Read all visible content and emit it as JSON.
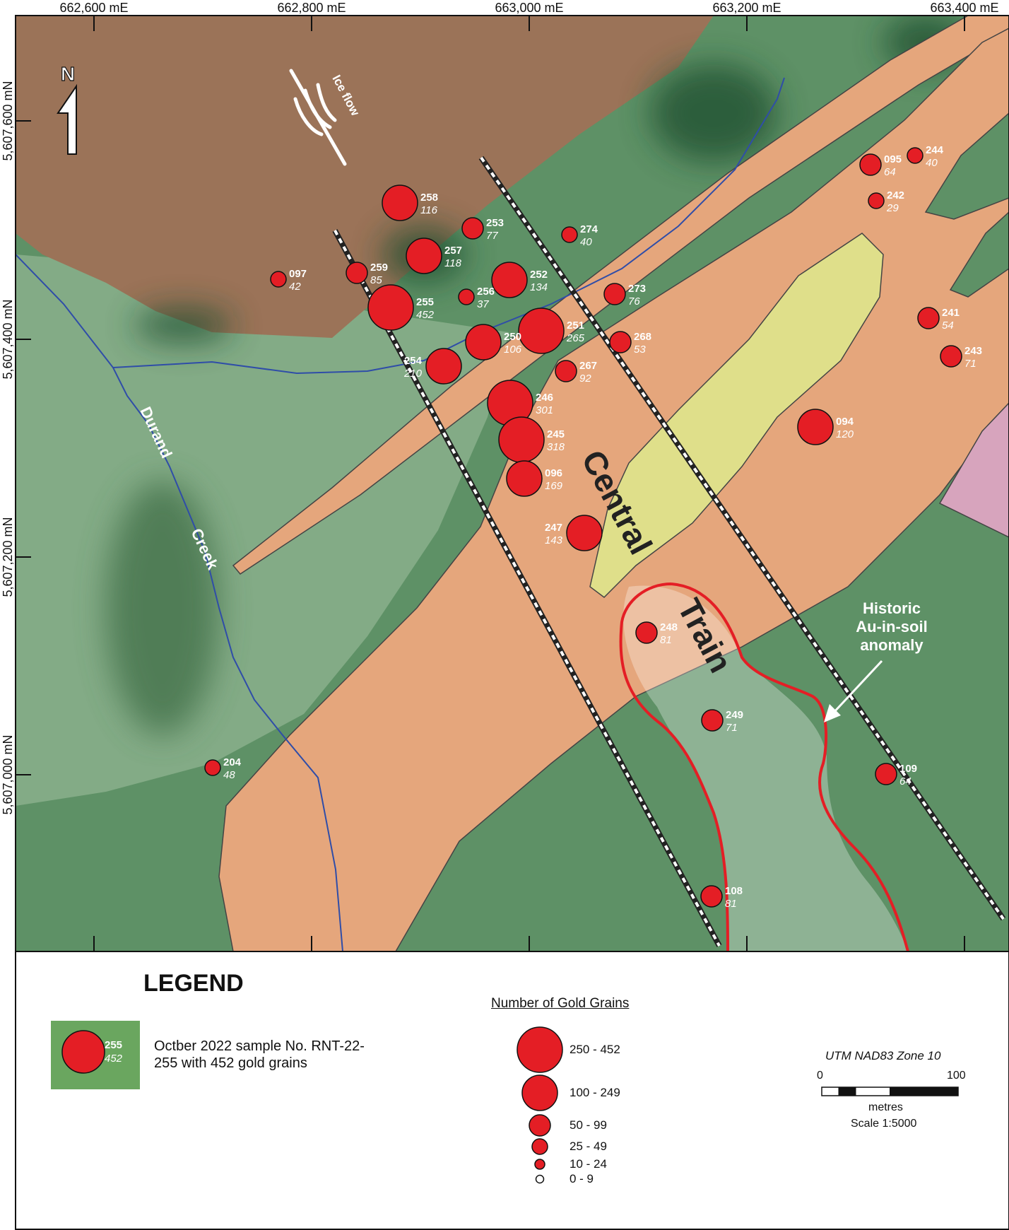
{
  "top_axis_labels": [
    "662,600 mE",
    "662,800 mE",
    "663,000 mE",
    "663,200 mE",
    "663,400 mE"
  ],
  "left_axis_labels": [
    "5,607,600 mN",
    "5,607,400 mN",
    "5,607,200 mN",
    "5,607,000 mN"
  ],
  "north_arrow": {
    "label": "N",
    "icon": "north-arrow-icon"
  },
  "ice_flow": {
    "label": "Ice flow",
    "icon": "ice-flow-arrow-icon"
  },
  "creek_label_1": "Durand",
  "creek_label_2": "Creek",
  "trend_label_1": "Central",
  "trend_label_2": "Train",
  "anomaly_label": [
    "Historic",
    "Au-in-soil",
    "anomaly"
  ],
  "samples": [
    {
      "id": "258",
      "grains": "116"
    },
    {
      "id": "253",
      "grains": "77"
    },
    {
      "id": "274",
      "grains": "40"
    },
    {
      "id": "257",
      "grains": "118"
    },
    {
      "id": "097",
      "grains": "42"
    },
    {
      "id": "259",
      "grains": "85"
    },
    {
      "id": "252",
      "grains": "134"
    },
    {
      "id": "255",
      "grains": "452"
    },
    {
      "id": "256",
      "grains": "37"
    },
    {
      "id": "273",
      "grains": "76"
    },
    {
      "id": "251",
      "grains": "265"
    },
    {
      "id": "250",
      "grains": "106"
    },
    {
      "id": "268",
      "grains": "53"
    },
    {
      "id": "254",
      "grains": "210"
    },
    {
      "id": "267",
      "grains": "92"
    },
    {
      "id": "246",
      "grains": "301"
    },
    {
      "id": "245",
      "grains": "318"
    },
    {
      "id": "096",
      "grains": "169"
    },
    {
      "id": "247",
      "grains": "143"
    },
    {
      "id": "248",
      "grains": "81"
    },
    {
      "id": "249",
      "grains": "71"
    },
    {
      "id": "204",
      "grains": "48"
    },
    {
      "id": "108",
      "grains": "81"
    },
    {
      "id": "109",
      "grains": "64"
    },
    {
      "id": "094",
      "grains": "120"
    },
    {
      "id": "095",
      "grains": "64"
    },
    {
      "id": "244",
      "grains": "40"
    },
    {
      "id": "242",
      "grains": "29"
    },
    {
      "id": "241",
      "grains": "54"
    },
    {
      "id": "243",
      "grains": "71"
    }
  ],
  "legend": {
    "title": "LEGEND",
    "example_id": "255",
    "example_grains": "452",
    "example_description": "Octber 2022 sample No. RNT-22-255 with 452 gold grains",
    "grains_title": "Number of Gold Grains",
    "classes": [
      "250 - 452",
      "100 - 249",
      "50 - 99",
      "25 - 49",
      "10 - 24",
      "0 - 9"
    ],
    "projection": "UTM NAD83 Zone 10",
    "scale_start": "0",
    "scale_end": "100",
    "scale_units": "metres",
    "scale_ratio": "Scale 1:5000"
  },
  "colors": {
    "sample_fill": "#e41e25",
    "anomaly_outline": "#e41e25",
    "green_unit": "#5e9166",
    "light_green_unit": "#83ab86",
    "brown_unit": "#9b7358",
    "orange_unit": "#e5a67c",
    "yellow_unit": "#dfdf8a",
    "pink_unit": "#d7a4bd",
    "creek": "#2f4da8"
  }
}
